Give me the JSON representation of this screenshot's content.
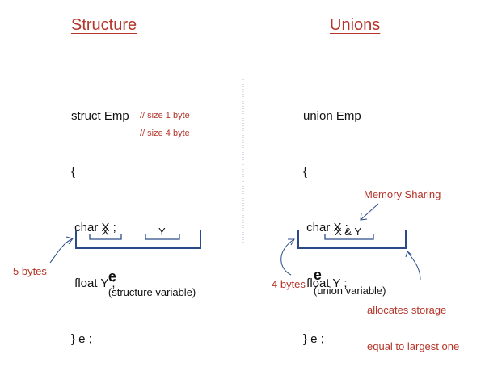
{
  "colors": {
    "accent": "#b5352a",
    "text": "#111111",
    "line": "#2b4a8a",
    "divider": "#b0bdd0"
  },
  "structure": {
    "heading": "Structure",
    "code": [
      "struct Emp",
      "{",
      " char X ;",
      " float Y ;",
      "} e ;"
    ],
    "comments": [
      "// size 1 byte",
      "// size 4 byte"
    ],
    "fields": [
      "X",
      "Y"
    ],
    "variable_letter": "e",
    "variable_label": "(structure variable)",
    "size_note": "5 bytes"
  },
  "unions": {
    "heading": "Unions",
    "code": [
      "union Emp",
      "{",
      " char X ;",
      " float Y ;",
      "} e ;"
    ],
    "field": "X & Y",
    "variable_letter": "e",
    "variable_label": "(union variable)",
    "size_note": "4 bytes",
    "sharing_note": "Memory Sharing",
    "storage_note_line1": "allocates storage",
    "storage_note_line2": "equal to largest one"
  }
}
